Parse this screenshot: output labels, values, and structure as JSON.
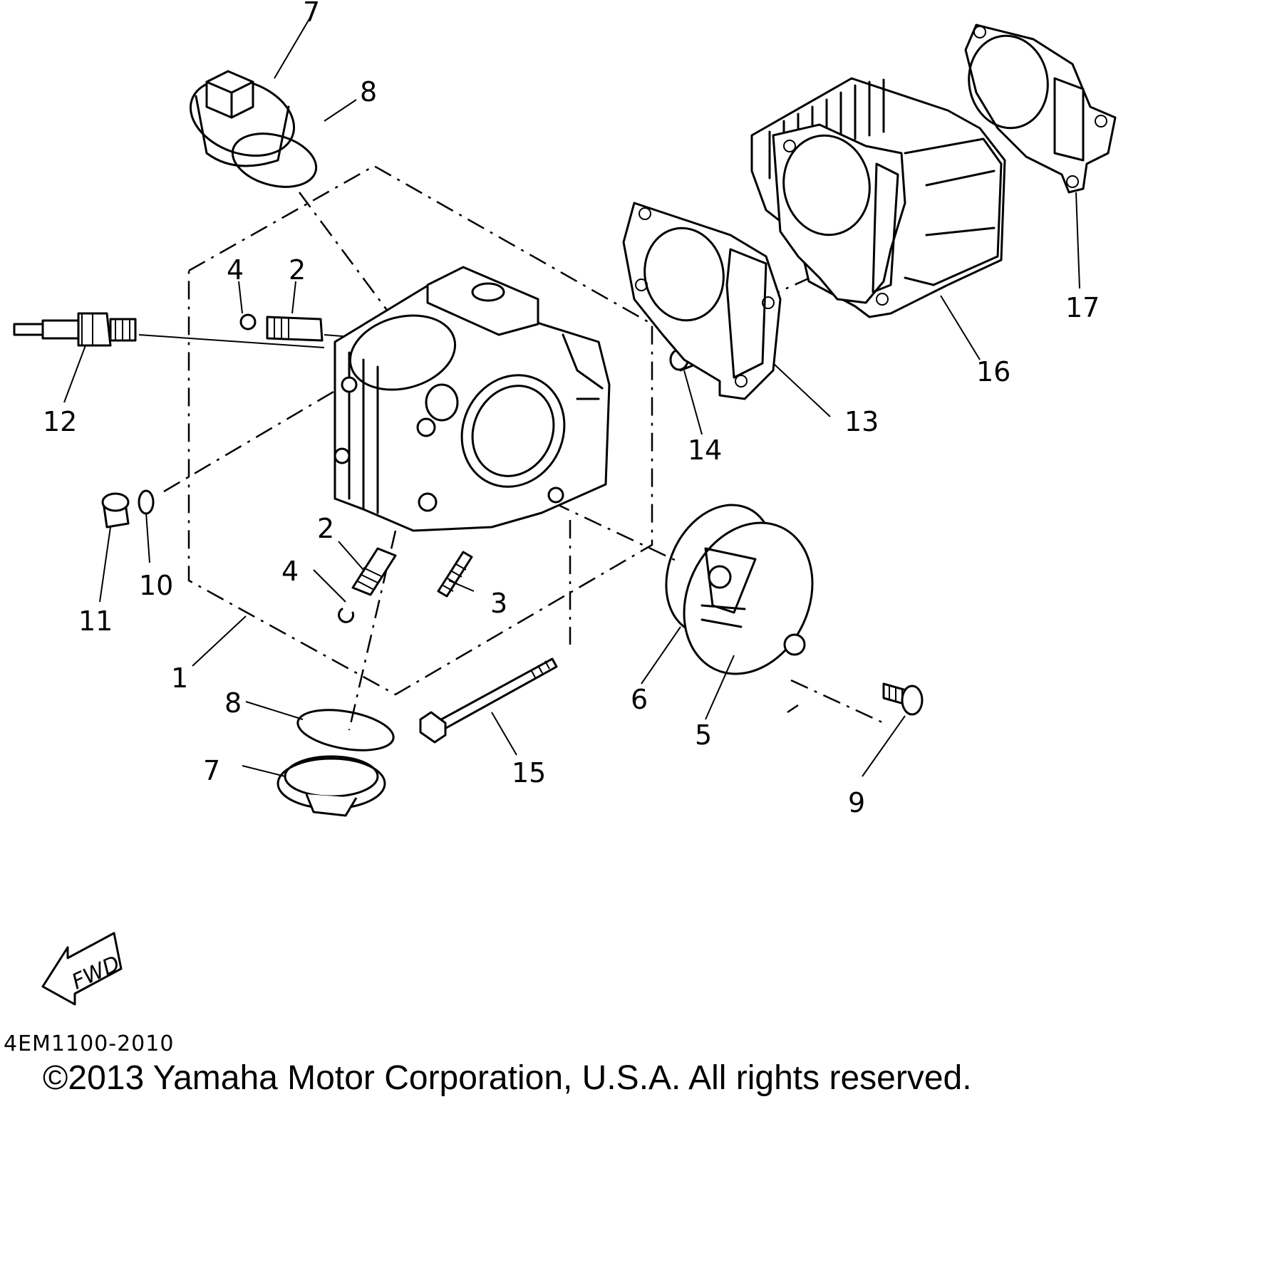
{
  "diagram": {
    "part_labels": [
      {
        "id": "p7a",
        "text": "7"
      },
      {
        "id": "p8a",
        "text": "8"
      },
      {
        "id": "p4a",
        "text": "4"
      },
      {
        "id": "p2a",
        "text": "2"
      },
      {
        "id": "p12",
        "text": "12"
      },
      {
        "id": "p10",
        "text": "10"
      },
      {
        "id": "p11",
        "text": "11"
      },
      {
        "id": "p2b",
        "text": "2"
      },
      {
        "id": "p4b",
        "text": "4"
      },
      {
        "id": "p3",
        "text": "3"
      },
      {
        "id": "p1",
        "text": "1"
      },
      {
        "id": "p8b",
        "text": "8"
      },
      {
        "id": "p7b",
        "text": "7"
      },
      {
        "id": "p15",
        "text": "15"
      },
      {
        "id": "p6",
        "text": "6"
      },
      {
        "id": "p5",
        "text": "5"
      },
      {
        "id": "p9",
        "text": "9"
      },
      {
        "id": "p14",
        "text": "14"
      },
      {
        "id": "p13",
        "text": "13"
      },
      {
        "id": "p16",
        "text": "16"
      },
      {
        "id": "p17",
        "text": "17"
      }
    ],
    "fwd_label": "FWD",
    "diagram_code": "4EM1100-2010",
    "copyright": "©2013 Yamaha Motor Corporation, U.S.A. All rights reserved."
  }
}
